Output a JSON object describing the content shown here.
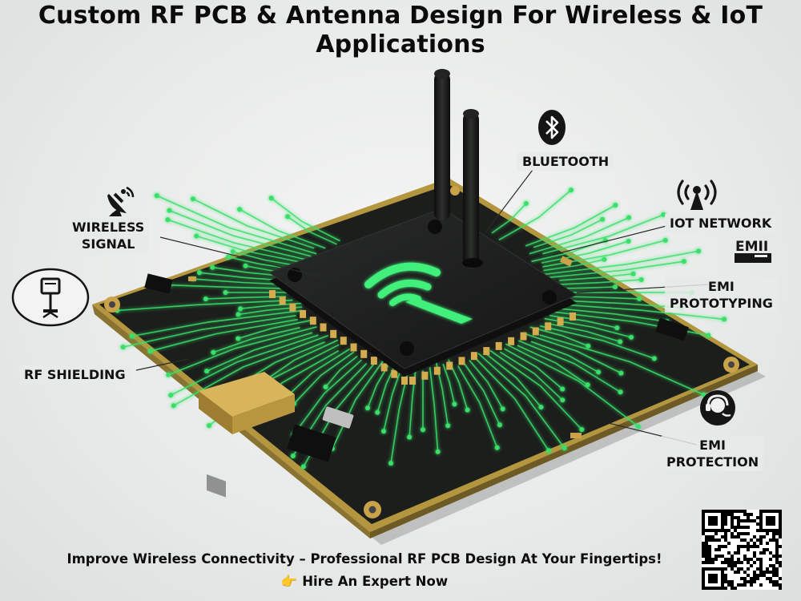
{
  "title": {
    "line1": "Custom RF PCB & Antenna Design For Wireless & IoT",
    "line2": "Applications"
  },
  "labels": {
    "wireless_signal": [
      "WIRELESS",
      "SIGNAL"
    ],
    "bluetooth": "BLUETOOTH",
    "iot_network": "IOT NETWORK",
    "emi_badge": "EMII",
    "emi_prototyping": [
      "EMI",
      "PROTOTYPING"
    ],
    "rf_shielding": "RF SHIELDING",
    "emi_protection": [
      "EMI",
      "PROTECTION"
    ]
  },
  "footer": {
    "tagline": "Improve Wireless Connectivity – Professional RF PCB Design At Your Fingertips!",
    "cta_emoji": "👉",
    "cta": "Hire An Expert Now"
  },
  "colors": {
    "pcb": "#1b1d1b",
    "trace_glow": "#39e06a",
    "gold": "#c9a24a"
  },
  "icons": [
    "satellite-dish-icon",
    "bluetooth-icon",
    "wifi-tower-icon",
    "emi-icon",
    "monitor-stand-icon",
    "headset-icon",
    "qr-code-icon"
  ]
}
